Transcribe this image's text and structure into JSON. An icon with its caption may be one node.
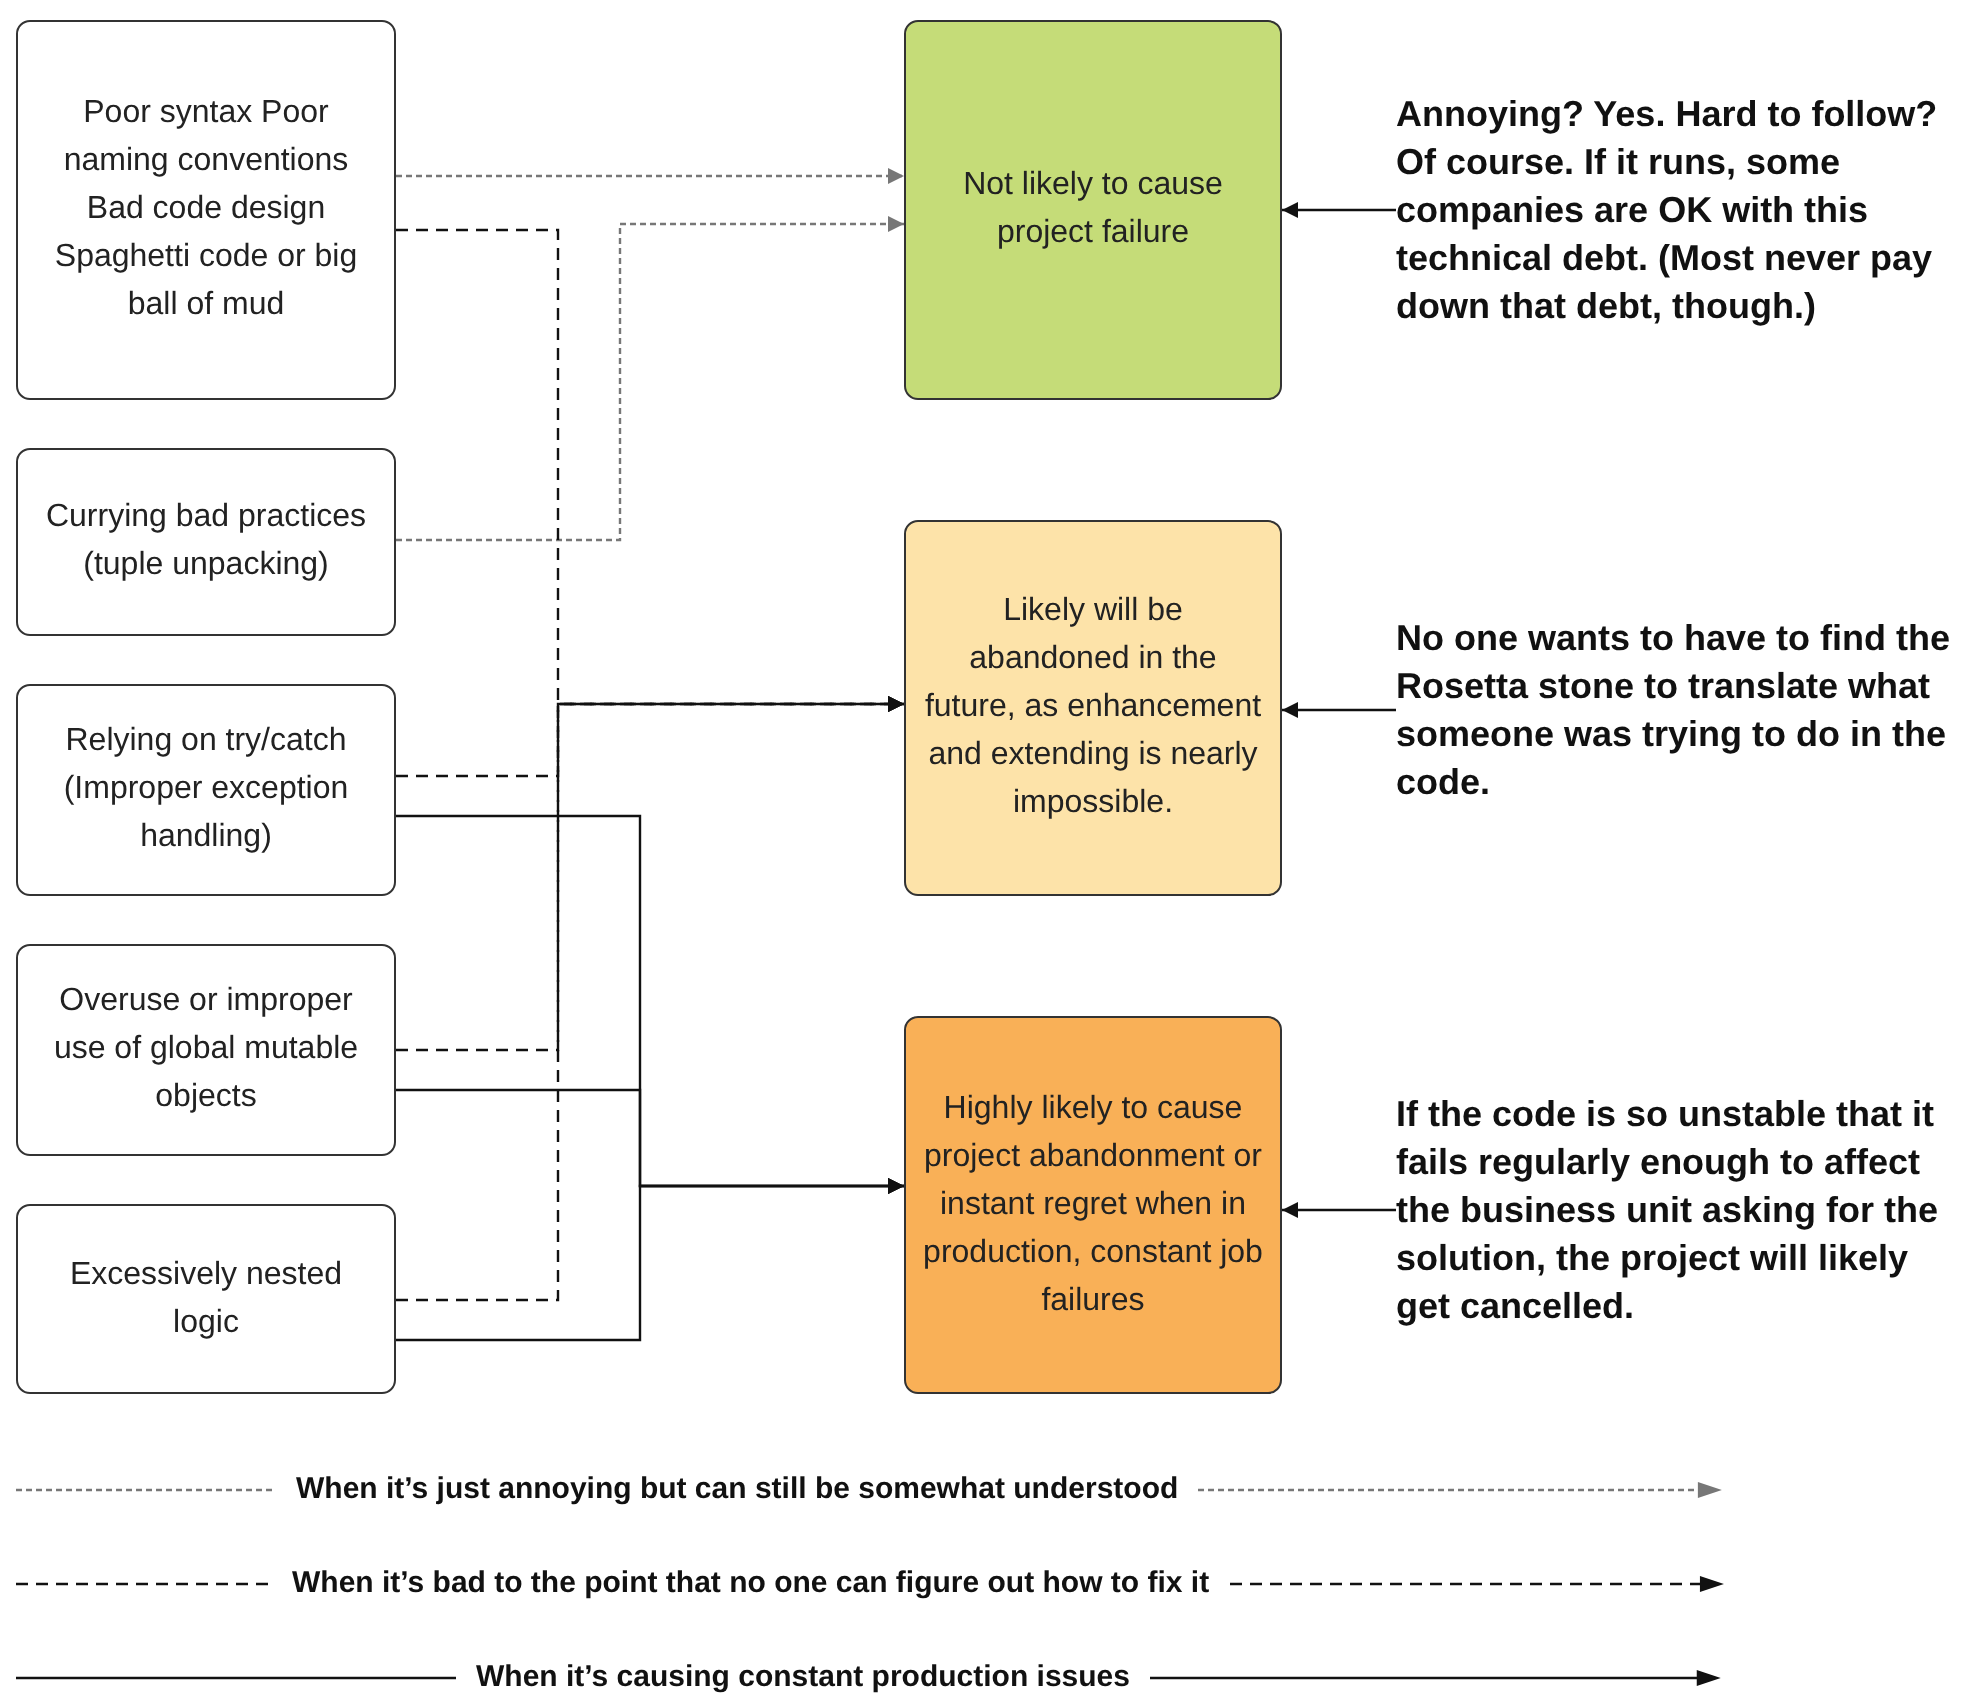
{
  "diagram": {
    "nodes": [
      {
        "text": [
          "Poor syntax Poor naming conventions Bad code design Spaghetti code or big ball of mud"
        ]
      },
      {
        "text": [
          "Currying bad practices (tuple unpacking)"
        ]
      },
      {
        "text": [
          "Relying on try/catch (Improper exception handling)"
        ]
      },
      {
        "text": [
          "Overuse or improper use of global mutable objects"
        ]
      },
      {
        "text": [
          "Excessively nested logic"
        ]
      },
      {
        "text": [
          "Not likely to cause project failure"
        ]
      },
      {
        "text": [
          "Likely will be abandoned in the future, as enhancement and extending is nearly impossible."
        ]
      },
      {
        "text": [
          "Highly likely to cause project abandonment or instant regret when in production, constant job failures"
        ]
      },
      {
        "text": [
          "Annoying? Yes. Hard to follow? Of course. If it runs, some companies are OK with this technical debt. (Most never pay down that debt, though.)"
        ]
      },
      {
        "text": [
          "No one wants to have to find the Rosetta stone to translate what someone was trying to do in the code."
        ]
      },
      {
        "text": [
          "If the code is so unstable that it fails regularly enough to affect the business unit asking for the solution, the project will likely get cancelled."
        ]
      }
    ],
    "edges": [
      {
        "from": 0,
        "to": 5,
        "arrow": "to",
        "style": "dashed",
        "color": "#777777"
      },
      {
        "from": 1,
        "to": 5,
        "arrow": "to",
        "style": "dashed",
        "color": "#777777"
      },
      {
        "from": 0,
        "to": 6,
        "arrow": "to",
        "style": "dashed"
      },
      {
        "from": 2,
        "to": 6,
        "arrow": "to",
        "style": "dashed"
      },
      {
        "from": 3,
        "to": 6,
        "arrow": "to",
        "style": "dashed"
      },
      {
        "from": 4,
        "to": 6,
        "arrow": "to",
        "style": "dashed"
      },
      {
        "from": 2,
        "to": 7,
        "arrow": "to"
      },
      {
        "from": 3,
        "to": 7,
        "arrow": "to"
      },
      {
        "from": 4,
        "to": 7,
        "arrow": "to"
      },
      {
        "from": 8,
        "to": 5,
        "arrow": "to"
      },
      {
        "from": 9,
        "to": 6,
        "arrow": "to"
      },
      {
        "from": 10,
        "to": 7,
        "arrow": "to"
      }
    ],
    "legend": [
      {
        "text": "When it’s just annoying but can still be somewhat understood"
      },
      {
        "text": "When it’s bad to the point that no one can figure out how to fix it"
      },
      {
        "text": "When it’s causing constant production issues"
      }
    ]
  }
}
